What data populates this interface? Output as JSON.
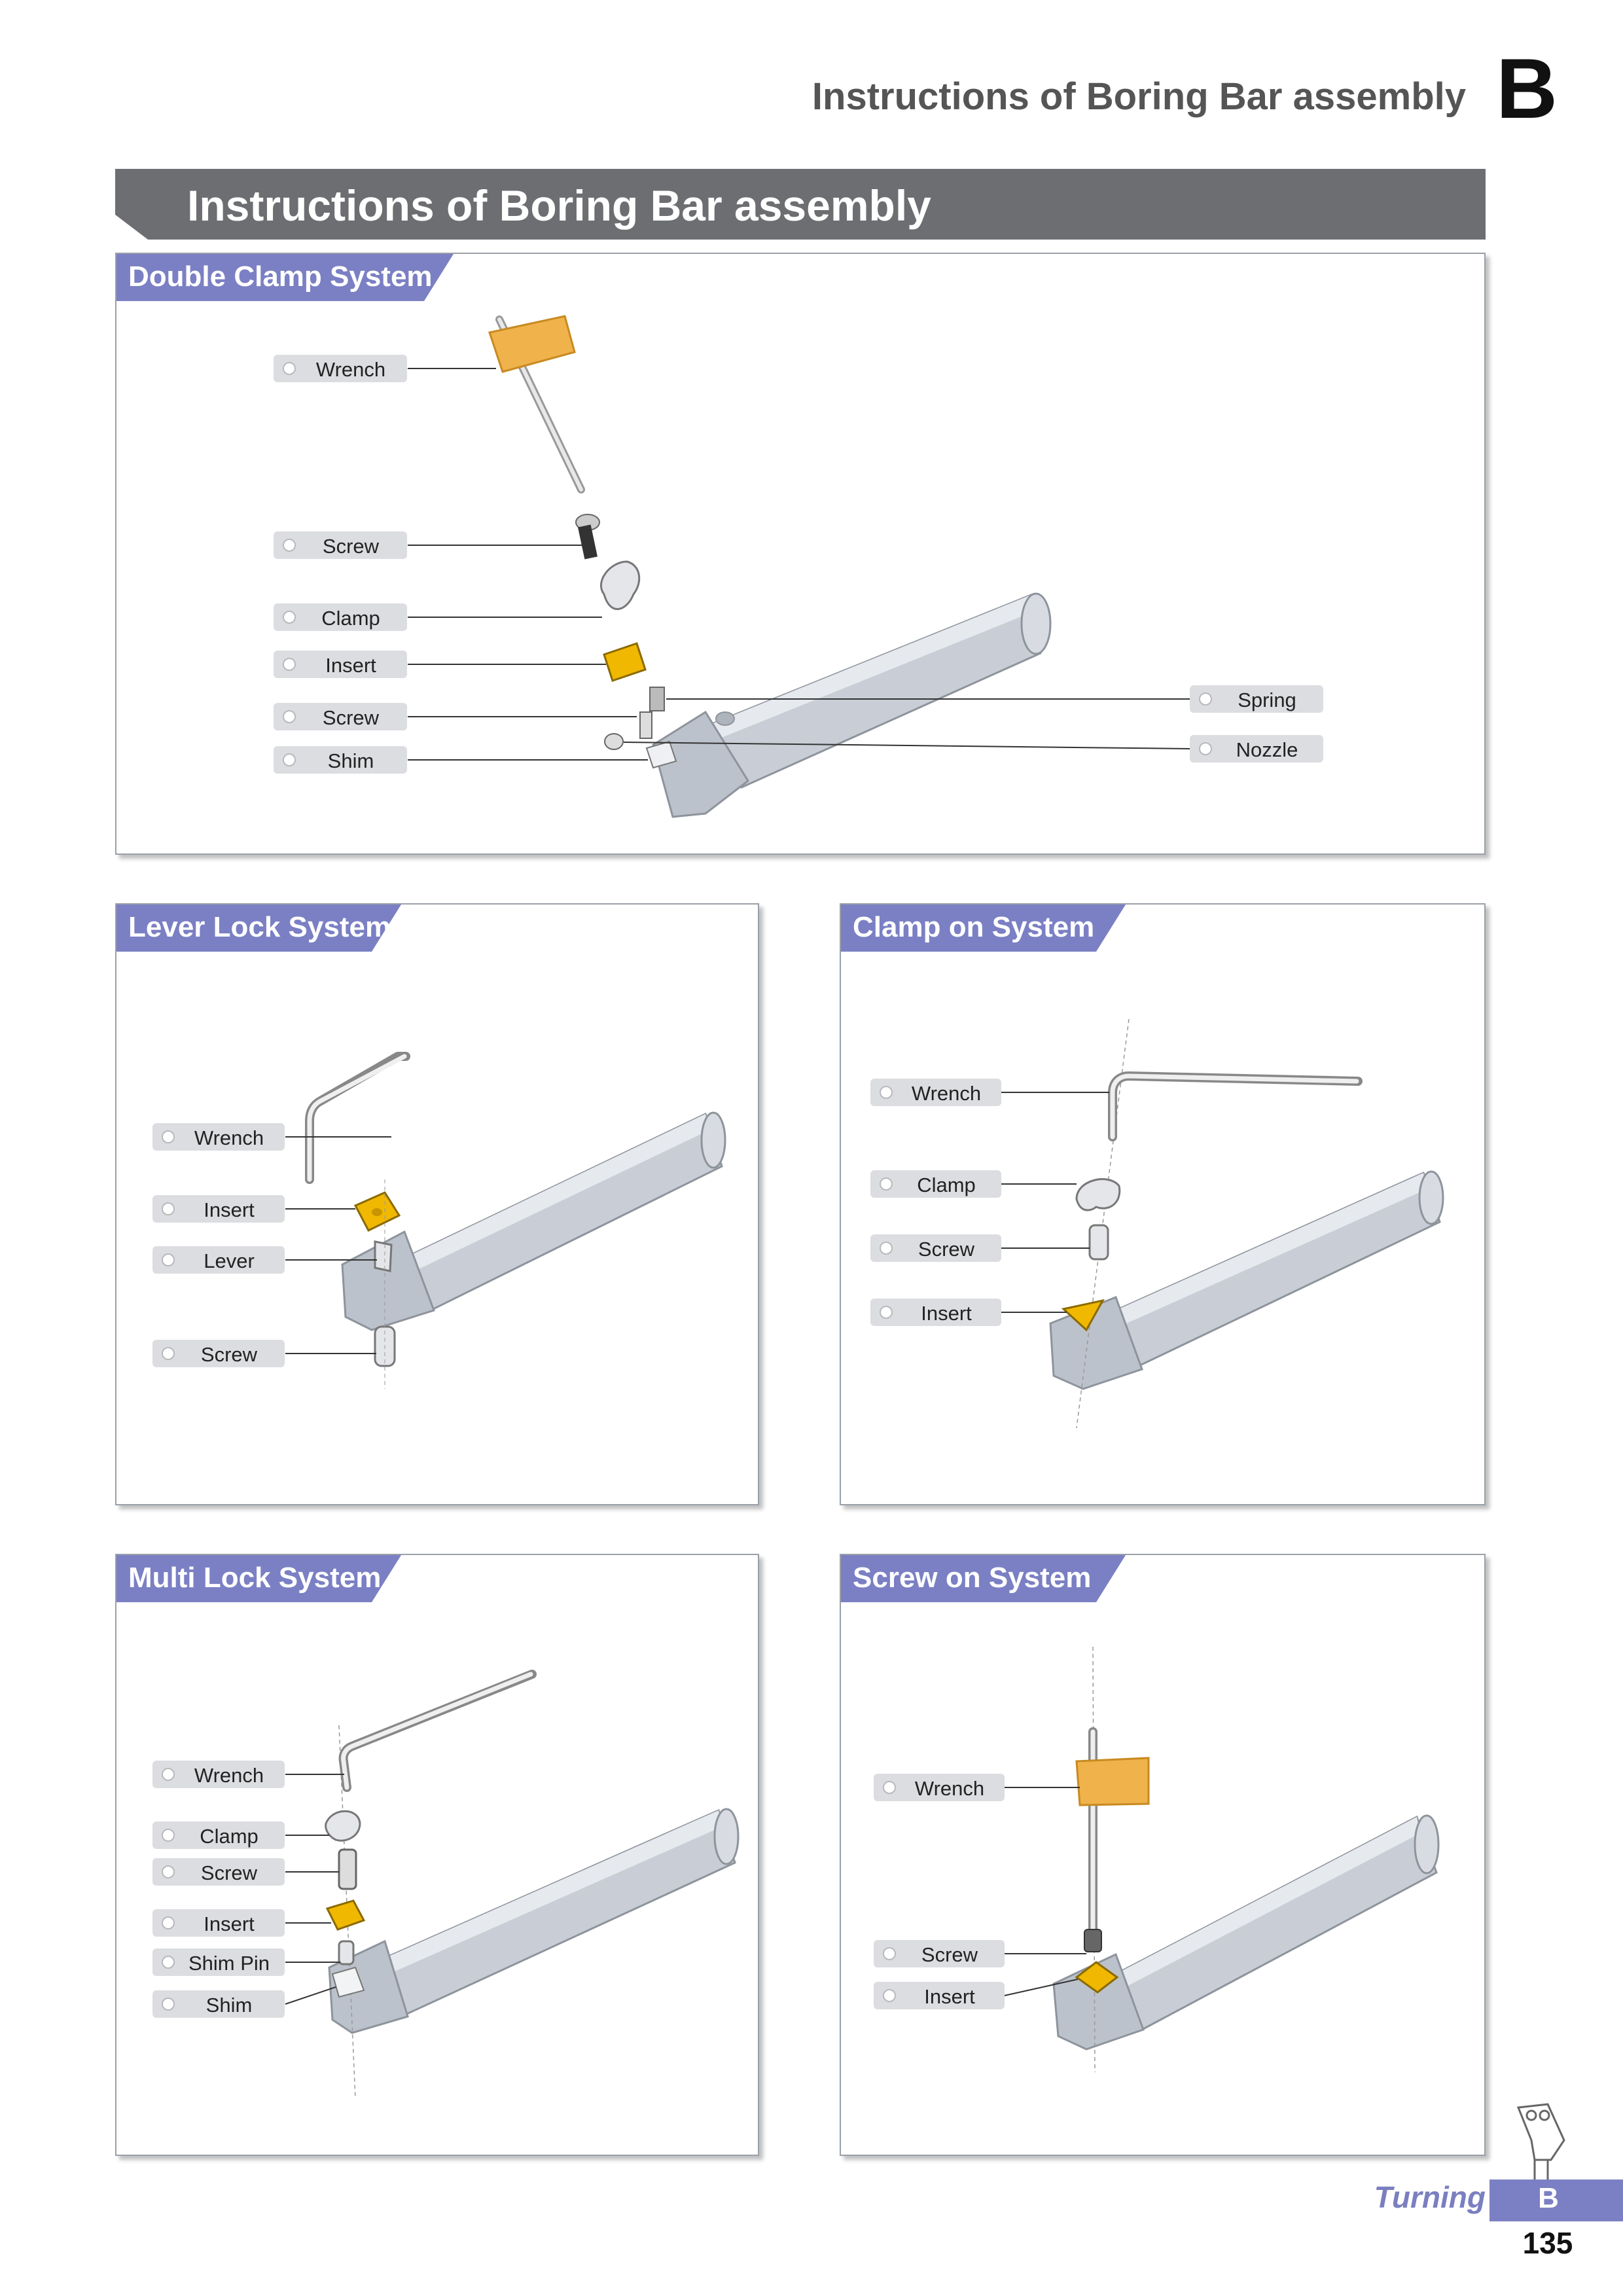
{
  "header": {
    "title": "Instructions of Boring Bar assembly",
    "letter": "B"
  },
  "banner": {
    "title": "Instructions of Boring Bar assembly"
  },
  "colors": {
    "banner": "#6d6e71",
    "tag": "#7b80c4",
    "insert": "#f0b800",
    "wrench": "#f0b24a",
    "bar": "#cfd4db",
    "label": "#dcdde0"
  },
  "sections": [
    {
      "title": "Double Clamp System",
      "labels": [
        "Wrench",
        "Screw",
        "Clamp",
        "Insert",
        "Screw",
        "Shim",
        "Spring",
        "Nozzle"
      ]
    },
    {
      "title": "Lever Lock System",
      "labels": [
        "Wrench",
        "Insert",
        "Lever",
        "Screw"
      ]
    },
    {
      "title": "Clamp on System",
      "labels": [
        "Wrench",
        "Clamp",
        "Screw",
        "Insert"
      ]
    },
    {
      "title": "Multi Lock System",
      "labels": [
        "Wrench",
        "Clamp",
        "Screw",
        "Insert",
        "Shim Pin",
        "Shim"
      ]
    },
    {
      "title": "Screw on System",
      "labels": [
        "Wrench",
        "Screw",
        "Insert"
      ]
    }
  ],
  "footer": {
    "section": "Turning",
    "tab": "B",
    "page": "135"
  }
}
